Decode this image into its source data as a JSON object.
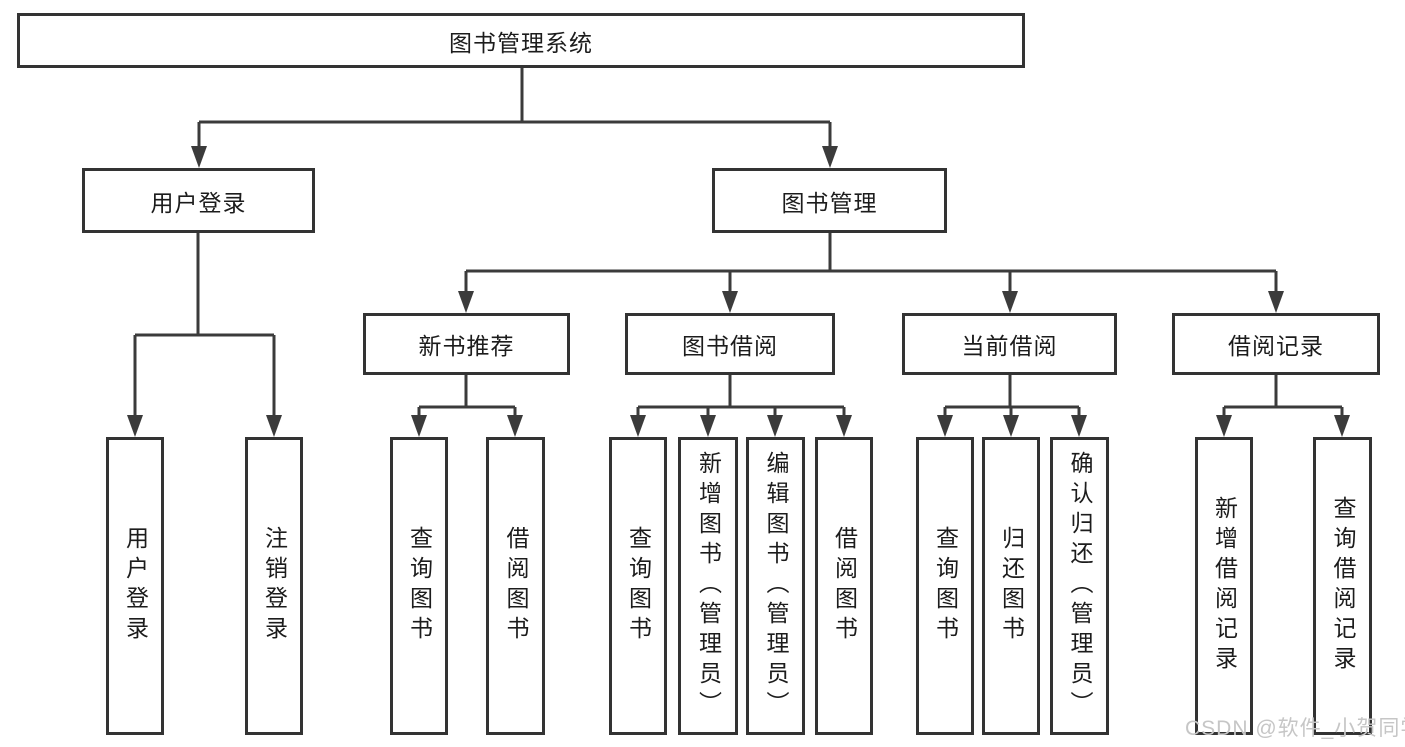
{
  "diagram": {
    "title_note": "functional structure chart",
    "root": {
      "label": "图书管理系统"
    },
    "level2": [
      {
        "label": "用户登录"
      },
      {
        "label": "图书管理"
      }
    ],
    "level3": [
      {
        "label": "新书推荐"
      },
      {
        "label": "图书借阅"
      },
      {
        "label": "当前借阅"
      },
      {
        "label": "借阅记录"
      }
    ],
    "leaves": {
      "user_login": [
        "用户登录",
        "注销登录"
      ],
      "new_book": [
        "查询图书",
        "借阅图书"
      ],
      "book_borrow": [
        "查询图书",
        "新增图书（管理员）",
        "编辑图书（管理员）",
        "借阅图书"
      ],
      "current_borrow": [
        "查询图书",
        "归还图书",
        "确认归还（管理员）"
      ],
      "borrow_records": [
        "新增借阅记录",
        "查询借阅记录"
      ]
    },
    "watermark": "CSDN @软件_小贺同学",
    "colors": {
      "line": "#3b3b3b",
      "box_border": "#333333",
      "text": "#1c1c1c",
      "watermark": "#c6c6c6",
      "background": "#ffffff"
    }
  }
}
